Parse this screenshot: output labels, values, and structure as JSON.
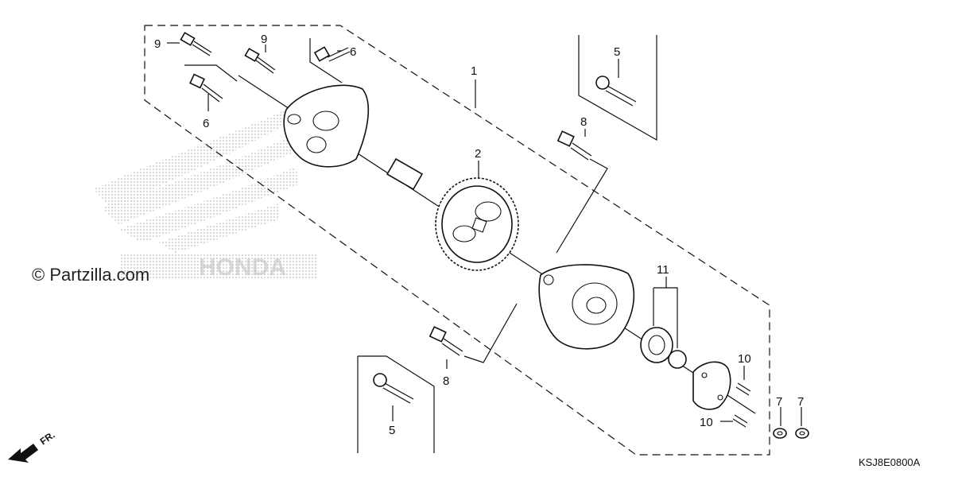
{
  "diagram": {
    "watermark": {
      "copyright": "© Partzilla.com",
      "brand": "HONDA"
    },
    "diagram_code": "KSJ8E0800A",
    "direction_label": "FR.",
    "callouts": {
      "c1": "1",
      "c2": "2",
      "c5a": "5",
      "c5b": "5",
      "c6a": "6",
      "c6b": "6",
      "c7a": "7",
      "c7b": "7",
      "c8a": "8",
      "c8b": "8",
      "c9a": "9",
      "c9b": "9",
      "c10a": "10",
      "c10b": "10",
      "c11": "11"
    }
  }
}
